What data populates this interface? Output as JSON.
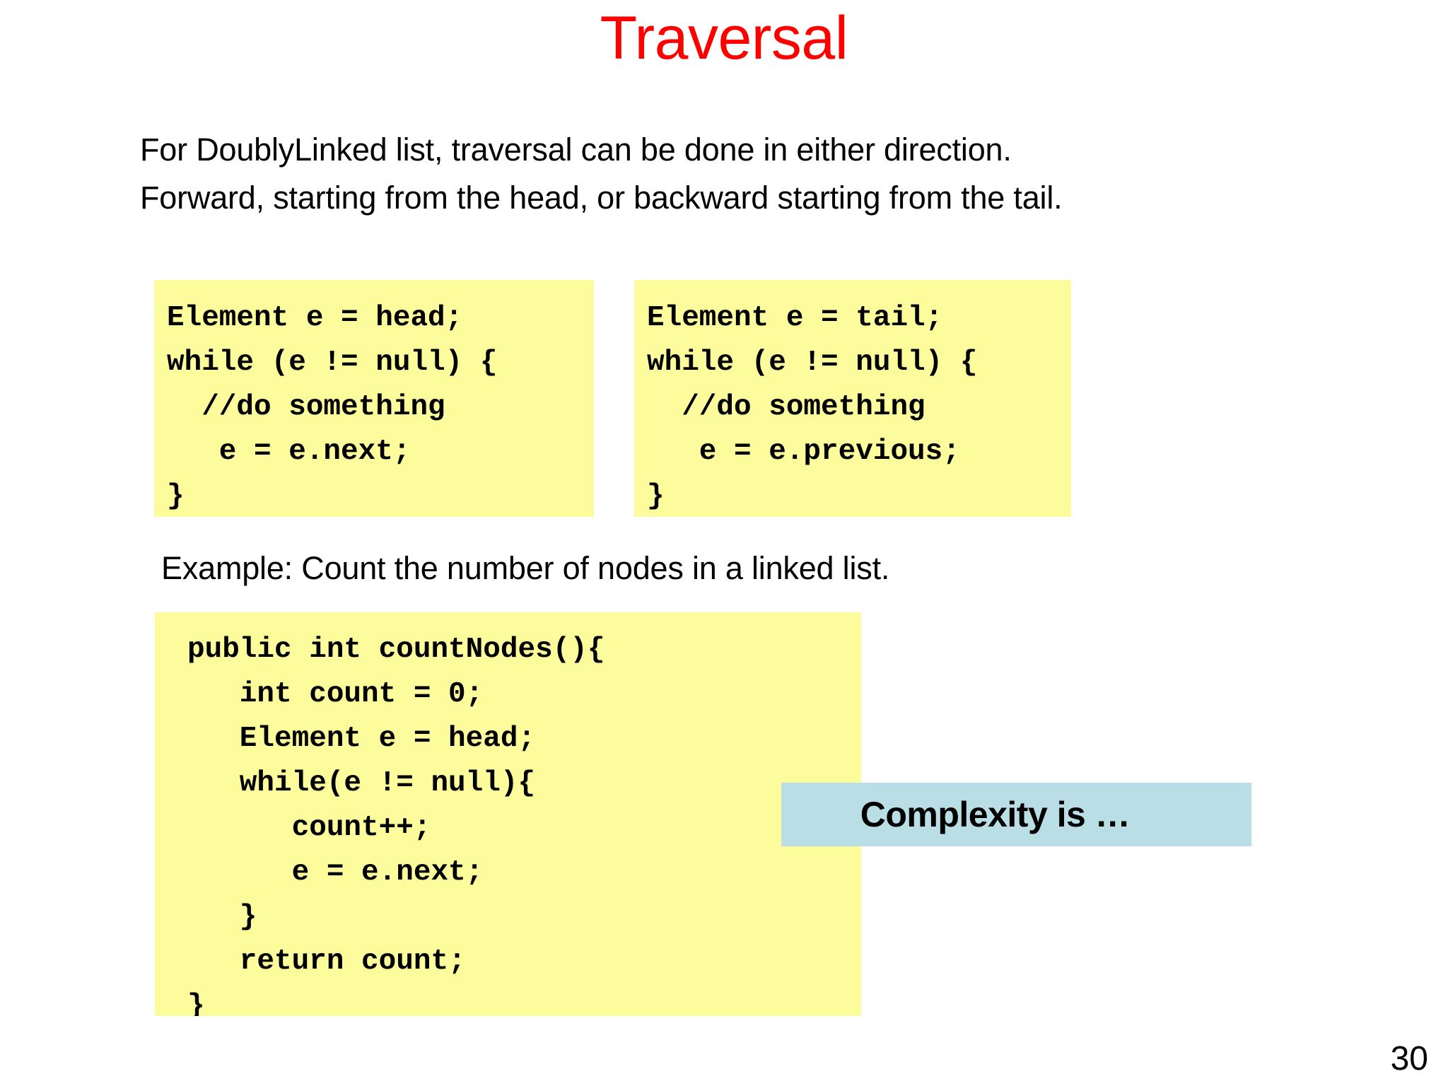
{
  "slide": {
    "title": "Traversal",
    "title_color": "#ff0000",
    "background_color": "#ffffff",
    "page_number": "30"
  },
  "intro": {
    "line1": "For DoublyLinked list, traversal can be done in either direction.",
    "line2": "Forward, starting from the head, or backward starting from the tail."
  },
  "code_forward": {
    "background_color": "#fcfc9d",
    "lines": [
      "Element e = head;",
      "while (e != null) {",
      "  //do something",
      "   e = e.next;",
      "}"
    ]
  },
  "code_backward": {
    "background_color": "#fcfc9d",
    "lines": [
      "Element e = tail;",
      "while (e != null) {",
      "  //do something",
      "   e = e.previous;",
      "}"
    ]
  },
  "example": {
    "caption": "Example: Count the number of nodes in a linked list."
  },
  "code_countnodes": {
    "background_color": "#fcfc9d",
    "lines": [
      "public int countNodes(){",
      "   int count = 0;",
      "   Element e = head;",
      "   while(e != null){",
      "      count++;",
      "      e = e.next;",
      "   }",
      "   return count;",
      "}"
    ]
  },
  "complexity": {
    "text": "Complexity is …",
    "background_color": "#b9dee6"
  }
}
